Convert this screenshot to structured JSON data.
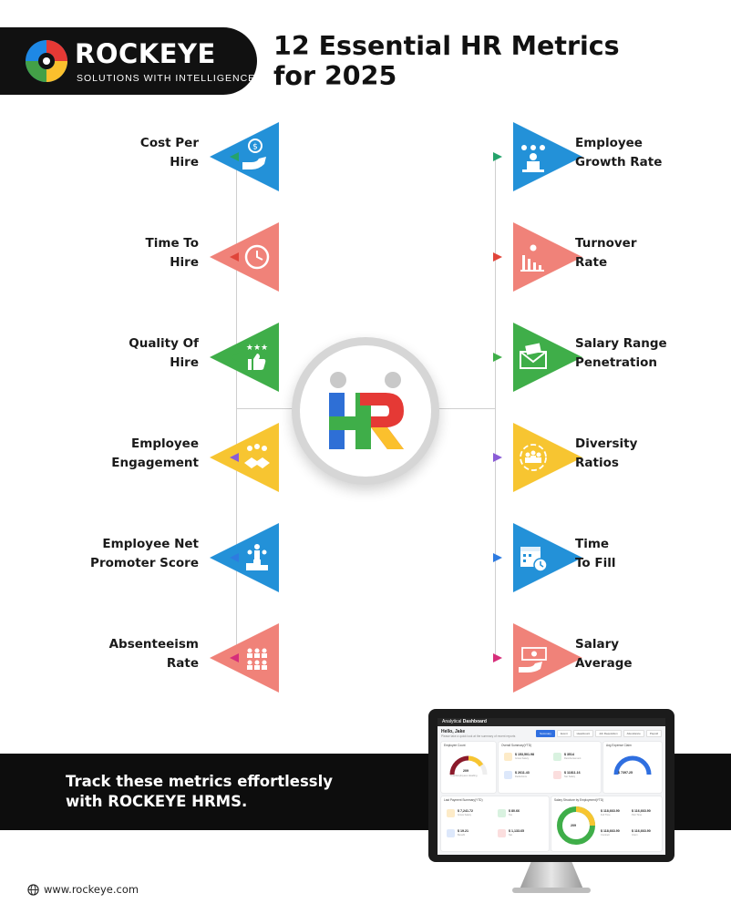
{
  "brand": {
    "name": "ROCKEYE",
    "tagline": "SOLUTIONS WITH INTELLIGENCE"
  },
  "headline": {
    "line1": "12 Essential HR Metrics",
    "line2": "for 2025"
  },
  "colors": {
    "blue": "#2391d8",
    "coral": "#f08279",
    "green": "#3fae49",
    "yellow": "#f7c531",
    "black": "#0d0d0d"
  },
  "left_metrics": [
    {
      "line1": "Cost Per",
      "line2": "Hire",
      "color": "#2391d8",
      "icon": "money-hand-icon",
      "connector": "#25a36b"
    },
    {
      "line1": "Time To",
      "line2": "Hire",
      "color": "#f08279",
      "icon": "clock-icon",
      "connector": "#e0453a"
    },
    {
      "line1": "Quality Of",
      "line2": "Hire",
      "color": "#3fae49",
      "icon": "thumbs-up-stars-icon",
      "connector": "#3fae49"
    },
    {
      "line1": "Employee",
      "line2": "Engagement",
      "color": "#f7c531",
      "icon": "handshake-icon",
      "connector": "#8a5cd6"
    },
    {
      "line1": "Employee Net",
      "line2": "Promoter Score",
      "color": "#2391d8",
      "icon": "podium-icon",
      "connector": "#2e7be0"
    },
    {
      "line1": "Absenteeism",
      "line2": "Rate",
      "color": "#f08279",
      "icon": "people-grid-icon",
      "connector": "#d62e7a"
    }
  ],
  "right_metrics": [
    {
      "line1": "Employee",
      "line2": "Growth Rate",
      "color": "#2391d8",
      "icon": "team-growth-icon",
      "connector": "#25a36b"
    },
    {
      "line1": "Turnover",
      "line2": "Rate",
      "color": "#f08279",
      "icon": "chart-person-icon",
      "connector": "#e0453a"
    },
    {
      "line1": "Salary Range",
      "line2": "Penetration",
      "color": "#3fae49",
      "icon": "salary-envelope-icon",
      "connector": "#3fae49"
    },
    {
      "line1": "Diversity",
      "line2": "Ratios",
      "color": "#f7c531",
      "icon": "diverse-team-icon",
      "connector": "#8a5cd6"
    },
    {
      "line1": "Time",
      "line2": "To Fill",
      "color": "#2391d8",
      "icon": "calendar-clock-icon",
      "connector": "#2e7be0"
    },
    {
      "line1": "Salary",
      "line2": "Average",
      "color": "#f08279",
      "icon": "cash-hand-icon",
      "connector": "#d62e7a"
    }
  ],
  "center": {
    "logo_text": "HR"
  },
  "banner": {
    "line1": "Track these metrics effortlessly",
    "line2": "with ROCKEYE HRMS."
  },
  "dashboard": {
    "title_prefix": "Analytical",
    "title_main": "Dashboard",
    "greeting": "Hello, Jake",
    "subtitle": "Please take a quick look at the summary of recent reports",
    "tabs": [
      "Summary",
      "Event",
      "Headcount",
      "Job Requisition",
      "Attendance",
      "Payroll"
    ],
    "cards": {
      "employee_count": {
        "title": "Employee Count",
        "value": "209",
        "label": "Total Employees Heading"
      },
      "overall_summary": {
        "title": "Overall Summary(YTD)",
        "items": [
          {
            "value": "$ 153,501.98",
            "label": "Gross Salary"
          },
          {
            "value": "$ 3514",
            "label": "Reimbursement"
          },
          {
            "value": "$ 2611.43",
            "label": "Deductions"
          },
          {
            "value": "$ 11811.16",
            "label": "Net Salary"
          }
        ]
      },
      "avg_expense": {
        "title": "Avg Expense Claim",
        "value": "$ 7397.25"
      },
      "last_payment": {
        "title": "Last Payment Summary(YTD)",
        "items": [
          {
            "value": "$ 7,241.72",
            "label": "Gross Salary"
          },
          {
            "value": "$ 80.66",
            "label": "Tax"
          },
          {
            "value": "$ 19.21",
            "label": "Benefit"
          },
          {
            "value": "$ 1,133.65",
            "label": "Net"
          }
        ]
      },
      "salary_structure": {
        "title": "Salary Structure by Employment(YTD)",
        "value": "209",
        "items": [
          {
            "value": "$ 118,663.90",
            "label": "Full Time"
          },
          {
            "value": "$ 116,663.90",
            "label": "Part Time"
          },
          {
            "value": "$ 118,663.90",
            "label": "Contract"
          },
          {
            "value": "$ 116,663.90",
            "label": "Intern"
          }
        ]
      }
    }
  },
  "footer": {
    "website": "www.rockeye.com"
  }
}
